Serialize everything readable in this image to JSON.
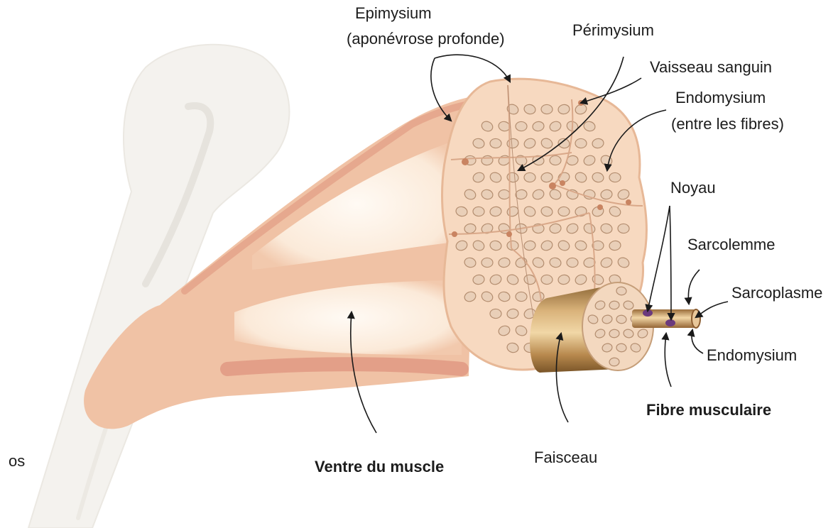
{
  "diagram": {
    "labels": {
      "epimysium_line1": "Epimysium",
      "epimysium_line2": "(aponévrose profonde)",
      "perimysium": "Périmysium",
      "vaisseau": "Vaisseau sanguin",
      "endomysium_top_line1": "Endomysium",
      "endomysium_top_line2": "(entre les fibres)",
      "noyau": "Noyau",
      "sarcolemme": "Sarcolemme",
      "sarcoplasme": "Sarcoplasme",
      "endomysium_fibre": "Endomysium",
      "fibre": "Fibre musculaire",
      "faisceau": "Faisceau",
      "ventre": "Ventre du muscle",
      "os": "os"
    },
    "colors": {
      "bone": "#f4f2ee",
      "muscle": "#f0c2a5",
      "muscle_dark": "#e3a88d",
      "muscle_light": "#fbeadd",
      "section": "#f7d9c0",
      "fibre_cell": "#e9cfb8",
      "fibre_cell_edge": "#b38d6f",
      "vessel": "#c98461",
      "fascicle_gold": "#c8a06a",
      "nucleus": "#6b3a7d"
    }
  }
}
